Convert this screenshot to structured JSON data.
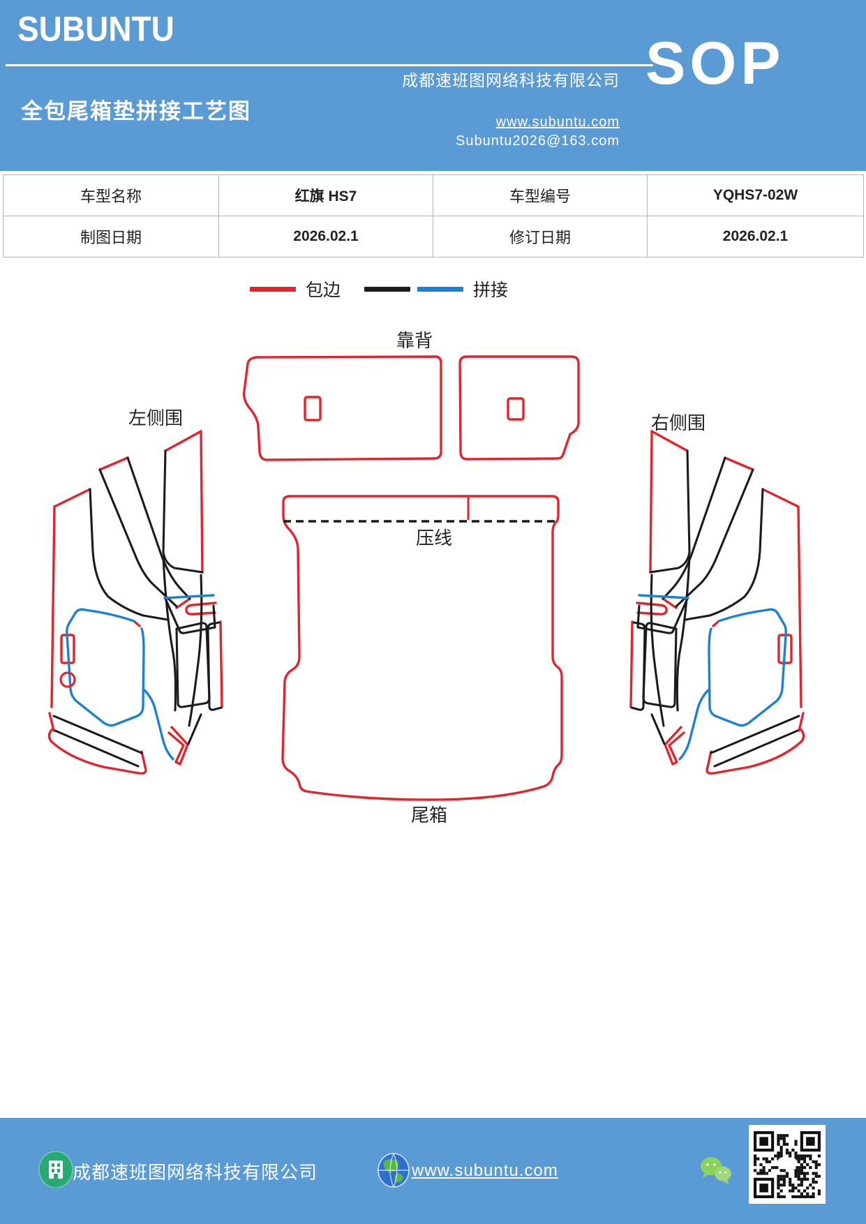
{
  "header": {
    "logo": "SUBUNTU",
    "title": "全包尾箱垫拼接工艺图",
    "company": "成都速班图网络科技有限公司",
    "website": "www.subuntu.com",
    "email": "Subuntu2026@163.com",
    "sop": "SOP",
    "accent_blue": "#5b9bd5"
  },
  "info_table": {
    "rows": [
      {
        "label1": "车型名称",
        "value1": "红旗 HS7",
        "label2": "车型编号",
        "value2": "YQHS7-02W"
      },
      {
        "label1": "制图日期",
        "value1": "2026.02.1",
        "label2": "修订日期",
        "value2": "2026.02.1"
      }
    ]
  },
  "legend": {
    "binding_label": "包边",
    "splice_label": "拼接",
    "binding_color": "#e4232b",
    "splice_black": "#1b1b1b",
    "splice_blue": "#1d80d2"
  },
  "diagram": {
    "labels": {
      "backrest": "靠背",
      "left_side": "左侧围",
      "right_side": "右侧围",
      "press_line": "压线",
      "trunk": "尾箱"
    }
  },
  "footer": {
    "company": "成都速班图网络科技有限公司",
    "website": "www.subuntu.com",
    "icons": [
      "building-icon",
      "globe-icon",
      "wechat-icon",
      "qr-code"
    ]
  }
}
